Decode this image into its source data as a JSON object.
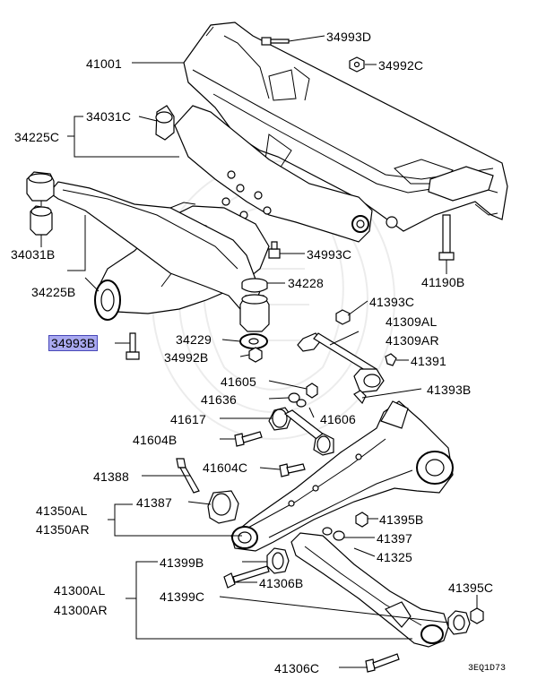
{
  "labels": {
    "p34993D": "34993D",
    "p41001": "41001",
    "p34992C": "34992C",
    "p34031C": "34031C",
    "p34225C": "34225C",
    "p34031B": "34031B",
    "p34225B": "34225B",
    "p34993C": "34993C",
    "p41190B": "41190B",
    "p34228": "34228",
    "p41393C": "41393C",
    "p41309AL": "41309AL",
    "p41309AR": "41309AR",
    "p34993B": "34993B",
    "p34229": "34229",
    "p34992B": "34992B",
    "p41391": "41391",
    "p41605": "41605",
    "p41636": "41636",
    "p41393B": "41393B",
    "p41617": "41617",
    "p41606": "41606",
    "p41604B": "41604B",
    "p41388": "41388",
    "p41604C": "41604C",
    "p41350AL": "41350AL",
    "p41350AR": "41350AR",
    "p41387": "41387",
    "p41395B": "41395B",
    "p41397": "41397",
    "p41325": "41325",
    "p41399B": "41399B",
    "p41306B": "41306B",
    "p41395C": "41395C",
    "p41300AL": "41300AL",
    "p41300AR": "41300AR",
    "p41399C": "41399C",
    "p41306C": "41306C"
  },
  "highlighted_part": "34993B",
  "drawing_code": "3EQ1D73",
  "colors": {
    "highlight_fill": "#a9a9f0",
    "highlight_border": "#4848b8",
    "line": "#000000",
    "watermark": "#ececec"
  }
}
